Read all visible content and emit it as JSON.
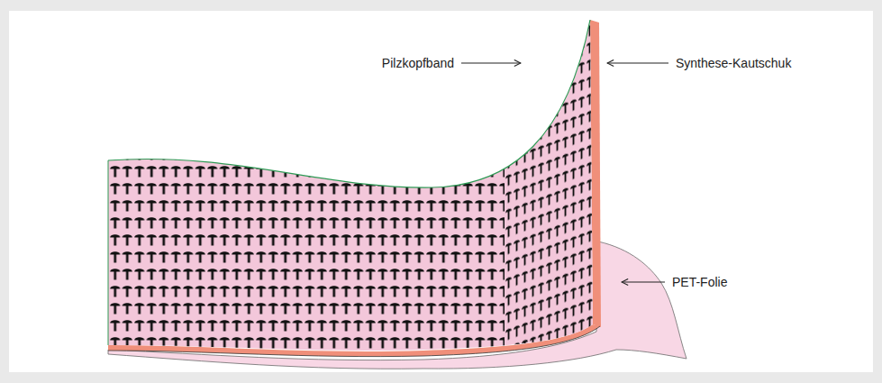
{
  "diagram": {
    "labels": [
      "Pilzkopfband",
      "Synthese-Kautschuk",
      "PET-Folie"
    ]
  }
}
